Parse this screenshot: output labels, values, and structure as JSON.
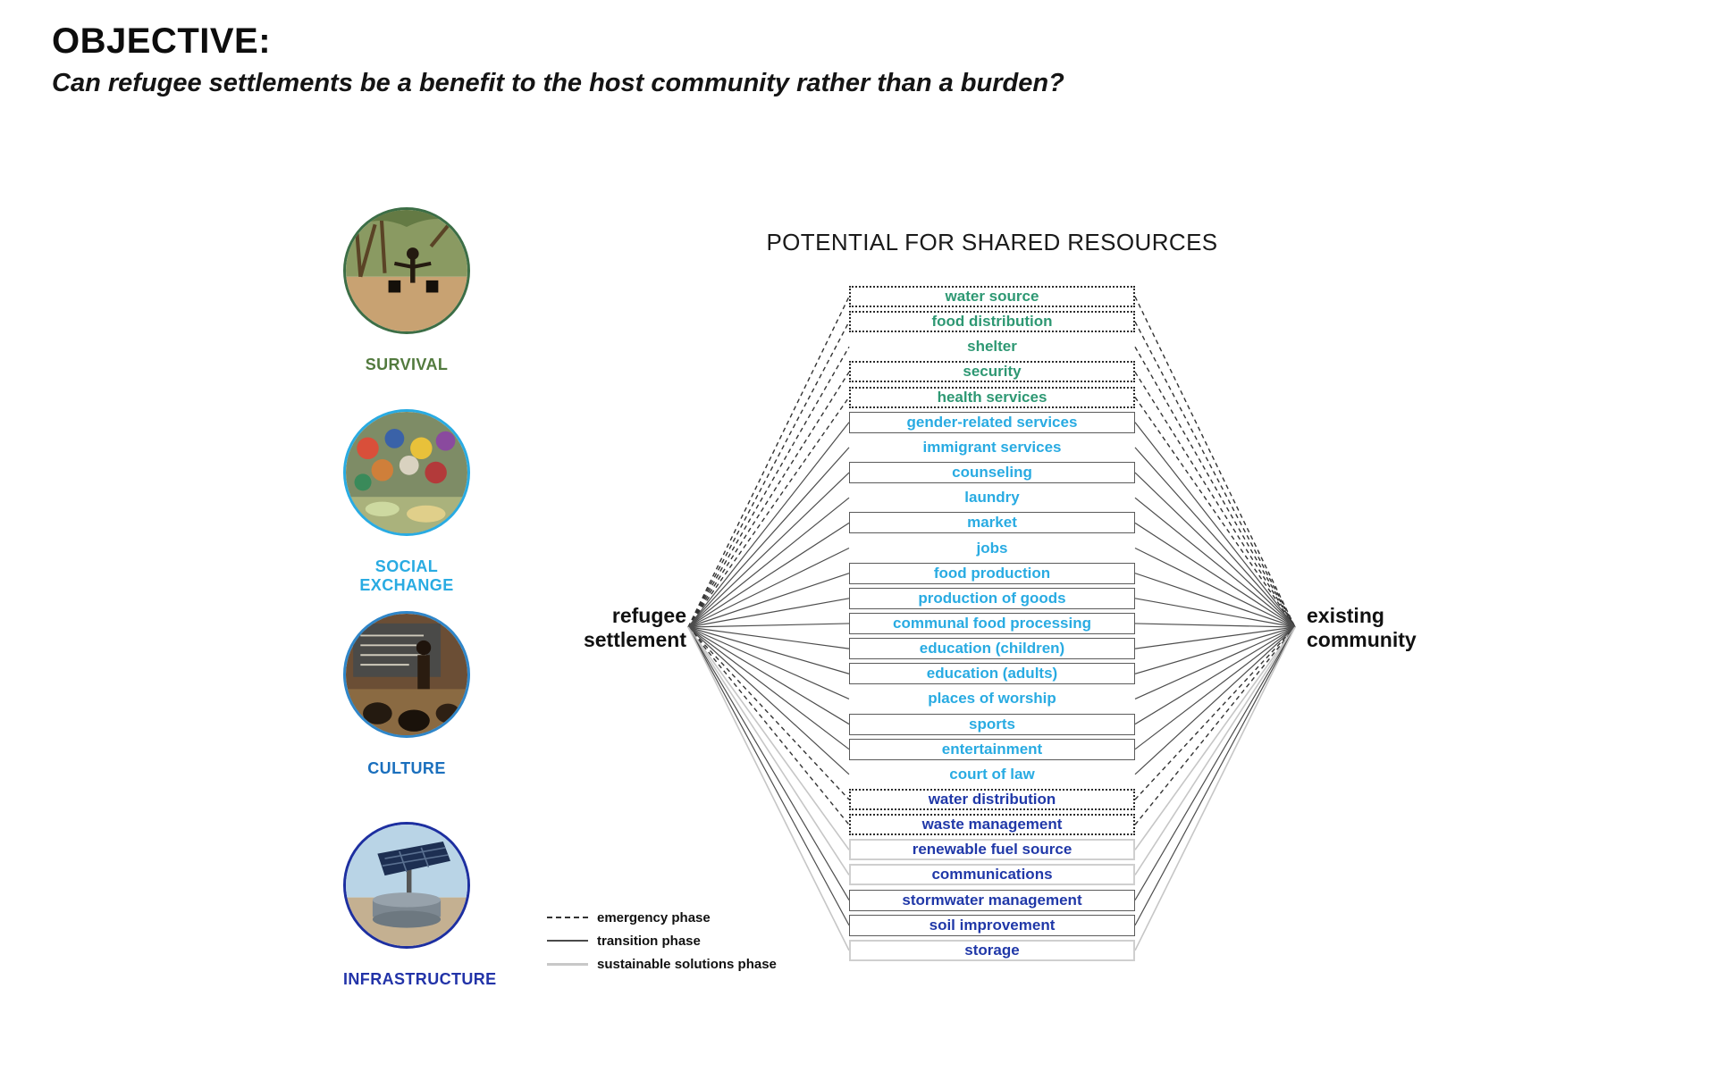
{
  "header": {
    "title": "OBJECTIVE:",
    "subtitle": "Can refugee settlements be a benefit to the host community rather than a burden?"
  },
  "categories": [
    {
      "label": "SURVIVAL",
      "color": "#527a3e",
      "ring_color": "#3c6e46",
      "image": "person-carrying-water-in-dry-landscape"
    },
    {
      "label": "SOCIAL EXCHANGE",
      "color": "#29abe2",
      "ring_color": "#29abe2",
      "image": "crowded-market-scene"
    },
    {
      "label": "CULTURE",
      "color": "#1a6fbd",
      "ring_color": "#2f86c9",
      "image": "classroom-with-chalkboard"
    },
    {
      "label": "INFRASTRUCTURE",
      "color": "#2233a8",
      "ring_color": "#1d2fa0",
      "image": "solar-panel-water-installation"
    }
  ],
  "diagram": {
    "title": "POTENTIAL FOR SHARED RESOURCES",
    "left_node": [
      "refugee",
      "settlement"
    ],
    "right_node": [
      "existing",
      "community"
    ],
    "colors": {
      "green": "#2e9873",
      "cyan": "#29abe2",
      "blue": "#2038a8"
    },
    "legend": [
      {
        "label": "emergency phase",
        "style": "dashed"
      },
      {
        "label": "transition phase",
        "style": "solid"
      },
      {
        "label": "sustainable solutions phase",
        "style": "light"
      }
    ],
    "items": [
      {
        "label": "water source",
        "color": "green",
        "box": "dotted",
        "phase": "emergency"
      },
      {
        "label": "food distribution",
        "color": "green",
        "box": "dotted",
        "phase": "emergency"
      },
      {
        "label": "shelter",
        "color": "green",
        "box": "none",
        "phase": "emergency"
      },
      {
        "label": "security",
        "color": "green",
        "box": "dotted",
        "phase": "emergency"
      },
      {
        "label": "health services",
        "color": "green",
        "box": "dotted",
        "phase": "emergency"
      },
      {
        "label": "gender-related services",
        "color": "cyan",
        "box": "solid",
        "phase": "transition"
      },
      {
        "label": "immigrant services",
        "color": "cyan",
        "box": "none",
        "phase": "transition"
      },
      {
        "label": "counseling",
        "color": "cyan",
        "box": "solid",
        "phase": "transition"
      },
      {
        "label": "laundry",
        "color": "cyan",
        "box": "none",
        "phase": "transition"
      },
      {
        "label": "market",
        "color": "cyan",
        "box": "solid",
        "phase": "transition"
      },
      {
        "label": "jobs",
        "color": "cyan",
        "box": "none",
        "phase": "transition"
      },
      {
        "label": "food production",
        "color": "cyan",
        "box": "solid",
        "phase": "transition"
      },
      {
        "label": "production of goods",
        "color": "cyan",
        "box": "solid",
        "phase": "transition"
      },
      {
        "label": "communal food processing",
        "color": "cyan",
        "box": "solid",
        "phase": "transition"
      },
      {
        "label": "education (children)",
        "color": "cyan",
        "box": "solid",
        "phase": "transition"
      },
      {
        "label": "education (adults)",
        "color": "cyan",
        "box": "solid",
        "phase": "transition"
      },
      {
        "label": "places of worship",
        "color": "cyan",
        "box": "none",
        "phase": "transition"
      },
      {
        "label": "sports",
        "color": "cyan",
        "box": "solid",
        "phase": "transition"
      },
      {
        "label": "entertainment",
        "color": "cyan",
        "box": "solid",
        "phase": "transition"
      },
      {
        "label": "court of law",
        "color": "cyan",
        "box": "none",
        "phase": "transition"
      },
      {
        "label": "water distribution",
        "color": "blue",
        "box": "dotted",
        "phase": "emergency"
      },
      {
        "label": "waste management",
        "color": "blue",
        "box": "dotted",
        "phase": "emergency"
      },
      {
        "label": "renewable fuel source",
        "color": "blue",
        "box": "light",
        "phase": "sustainable"
      },
      {
        "label": "communications",
        "color": "blue",
        "box": "light",
        "phase": "sustainable"
      },
      {
        "label": "stormwater management",
        "color": "blue",
        "box": "solid",
        "phase": "transition"
      },
      {
        "label": "soil improvement",
        "color": "blue",
        "box": "solid",
        "phase": "transition"
      },
      {
        "label": "storage",
        "color": "blue",
        "box": "light",
        "phase": "sustainable"
      }
    ]
  }
}
